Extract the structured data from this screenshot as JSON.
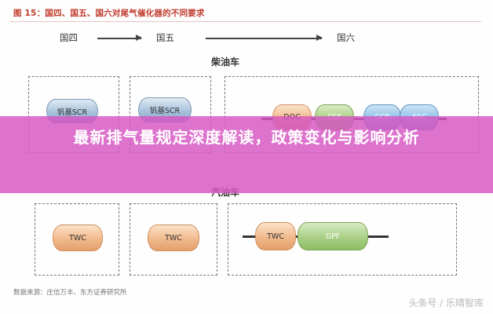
{
  "figure": {
    "title": "图 15：国四、国五、国六对尾气催化器的不同要求",
    "stages": [
      "国四",
      "国五",
      "国六"
    ],
    "diesel_label": "柴油车",
    "gasoline_label": "汽油车",
    "diesel": {
      "guo4": "钒基SCR",
      "guo5": "钒基SCR",
      "guo6": [
        "DOC",
        "CSF",
        "SCR",
        "ASC"
      ]
    },
    "gasoline": {
      "guo4": "TWC",
      "guo5": "TWC",
      "guo6": [
        "TWC",
        "GPF"
      ]
    },
    "source": "数据来源：庄信万丰、东方证券研究所"
  },
  "headline": "最新排气量规定深度解读，政策变化与影响分析",
  "watermark": "头条号 / 乐晴智库",
  "colors": {
    "overlay": "#d658c4",
    "title_red": "#c0392b"
  }
}
